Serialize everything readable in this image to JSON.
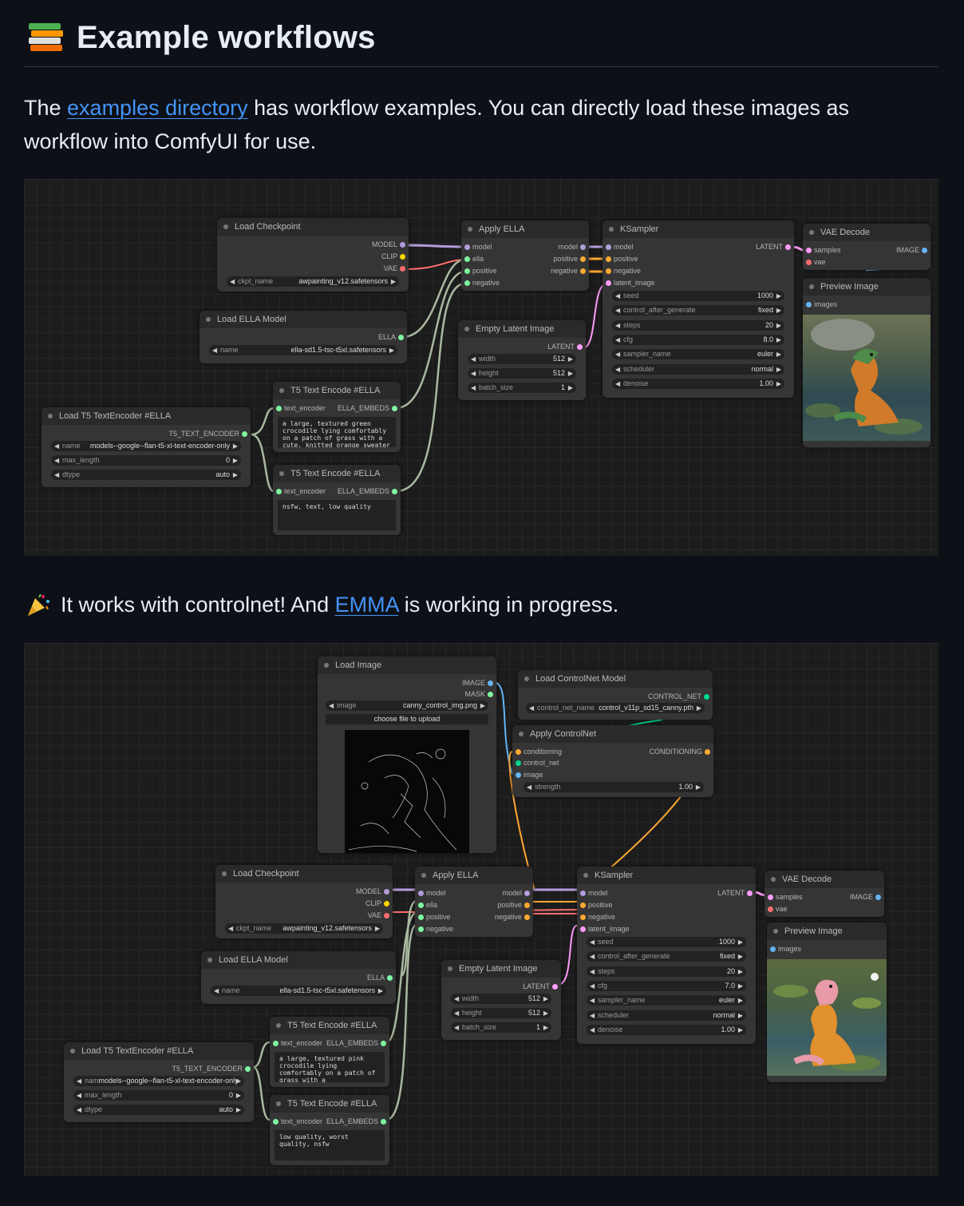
{
  "heading": {
    "title": "Example workflows",
    "icon": "books-icon"
  },
  "intro": {
    "before": "The ",
    "link": "examples directory",
    "after": " has workflow examples. You can directly load these images as workflow into ComfyUI for use."
  },
  "note": {
    "icon": "party-popper-icon",
    "before": "It works with controlnet! And ",
    "link": "EMMA",
    "after": " is working in progress."
  },
  "colors": {
    "model": "#b39ddb",
    "clip": "#ffd500",
    "vae": "#ff6e6e",
    "conditioning": "#ffa931",
    "latent": "#ff9cf9",
    "image": "#64b5f6",
    "ella": "#7ef7a1",
    "controlnet": "#00d78d",
    "wire_ella": "#a9b8a0"
  },
  "wf1": {
    "load_checkpoint": {
      "title": "Load Checkpoint",
      "out_model": "MODEL",
      "out_clip": "CLIP",
      "out_vae": "VAE",
      "ckpt_label": "ckpt_name",
      "ckpt_value": "awpainting_v12.safetensors"
    },
    "load_ella": {
      "title": "Load ELLA Model",
      "out": "ELLA",
      "name_label": "name",
      "name_value": "ella-sd1.5-tsc-t5xl.safetensors"
    },
    "load_t5": {
      "title": "Load T5 TextEncoder #ELLA",
      "out": "T5_TEXT_ENCODER",
      "name_label": "name",
      "name_value": "models--google--flan-t5-xl-text-encoder-only",
      "maxlen_label": "max_length",
      "maxlen_value": "0",
      "dtype_label": "dtype",
      "dtype_value": "auto"
    },
    "t5_pos": {
      "title": "T5 Text Encode #ELLA",
      "in": "text_encoder",
      "out": "ELLA_EMBEDS",
      "text": "a large, textured green crocodile lying comfortably on a patch of grass with a cute, knitted orange sweater"
    },
    "t5_neg": {
      "title": "T5 Text Encode #ELLA",
      "in": "text_encoder",
      "out": "ELLA_EMBEDS",
      "text": "nsfw, text, low quality"
    },
    "apply_ella": {
      "title": "Apply ELLA",
      "in_model": "model",
      "in_ella": "ella",
      "in_pos": "positive",
      "in_neg": "negative",
      "out_model": "model",
      "out_pos": "positive",
      "out_neg": "negative"
    },
    "empty_latent": {
      "title": "Empty Latent Image",
      "out": "LATENT",
      "width_label": "width",
      "width_value": "512",
      "height_label": "height",
      "height_value": "512",
      "batch_label": "batch_size",
      "batch_value": "1"
    },
    "ksampler": {
      "title": "KSampler",
      "in_model": "model",
      "in_pos": "positive",
      "in_neg": "negative",
      "in_latent": "latent_image",
      "out": "LATENT",
      "widgets": [
        {
          "label": "seed",
          "value": "1000"
        },
        {
          "label": "control_after_generate",
          "value": "fixed"
        },
        {
          "label": "steps",
          "value": "20"
        },
        {
          "label": "cfg",
          "value": "8.0"
        },
        {
          "label": "sampler_name",
          "value": "euler"
        },
        {
          "label": "scheduler",
          "value": "normal"
        },
        {
          "label": "denoise",
          "value": "1.00"
        }
      ]
    },
    "vae_decode": {
      "title": "VAE Decode",
      "in_samples": "samples",
      "in_vae": "vae",
      "out": "IMAGE"
    },
    "preview": {
      "title": "Preview Image",
      "in": "images"
    }
  },
  "wf2": {
    "load_image": {
      "title": "Load Image",
      "out_image": "IMAGE",
      "out_mask": "MASK",
      "image_label": "image",
      "image_value": "canny_control_img.png",
      "upload": "choose file to upload"
    },
    "load_controlnet": {
      "title": "Load ControlNet Model",
      "out": "CONTROL_NET",
      "name_label": "control_net_name",
      "name_value": "control_v11p_sd15_canny.pth"
    },
    "apply_controlnet": {
      "title": "Apply ControlNet",
      "in_cond": "conditioning",
      "in_cn": "control_net",
      "in_image": "image",
      "out": "CONDITIONING",
      "strength_label": "strength",
      "strength_value": "1.00"
    },
    "load_checkpoint": {
      "title": "Load Checkpoint",
      "out_model": "MODEL",
      "out_clip": "CLIP",
      "out_vae": "VAE",
      "ckpt_label": "ckpt_name",
      "ckpt_value": "awpainting_v12.safetensors"
    },
    "load_ella": {
      "title": "Load ELLA Model",
      "out": "ELLA",
      "name_label": "name",
      "name_value": "ella-sd1.5-tsc-t5xl.safetensors"
    },
    "load_t5": {
      "title": "Load T5 TextEncoder #ELLA",
      "out": "T5_TEXT_ENCODER",
      "name_label": "nam",
      "name_value": "models--google--flan-t5-xl-text-encoder-only",
      "maxlen_label": "max_length",
      "maxlen_value": "0",
      "dtype_label": "dtype",
      "dtype_value": "auto"
    },
    "t5_pos": {
      "title": "T5 Text Encode #ELLA",
      "in": "text_encoder",
      "out": "ELLA_EMBEDS",
      "text": "a large, textured pink crocodile lying comfortably on a patch of grass with a"
    },
    "t5_neg": {
      "title": "T5 Text Encode #ELLA",
      "in": "text_encoder",
      "out": "ELLA_EMBEDS",
      "text": "low quality, worst quality, nsfw"
    },
    "apply_ella": {
      "title": "Apply ELLA",
      "in_model": "model",
      "in_ella": "ella",
      "in_pos": "positive",
      "in_neg": "negative",
      "out_model": "model",
      "out_pos": "positive",
      "out_neg": "negative"
    },
    "empty_latent": {
      "title": "Empty Latent Image",
      "out": "LATENT",
      "width_label": "width",
      "width_value": "512",
      "height_label": "height",
      "height_value": "512",
      "batch_label": "batch_size",
      "batch_value": "1"
    },
    "ksampler": {
      "title": "KSampler",
      "in_model": "model",
      "in_pos": "positive",
      "in_neg": "negative",
      "in_latent": "latent_image",
      "out": "LATENT",
      "widgets": [
        {
          "label": "seed",
          "value": "1000"
        },
        {
          "label": "control_after_generate",
          "value": "fixed"
        },
        {
          "label": "steps",
          "value": "20"
        },
        {
          "label": "cfg",
          "value": "7.0"
        },
        {
          "label": "sampler_name",
          "value": "euler"
        },
        {
          "label": "scheduler",
          "value": "normal"
        },
        {
          "label": "denoise",
          "value": "1.00"
        }
      ]
    },
    "vae_decode": {
      "title": "VAE Decode",
      "in_samples": "samples",
      "in_vae": "vae",
      "out": "IMAGE"
    },
    "preview": {
      "title": "Preview Image",
      "in": "images"
    }
  }
}
